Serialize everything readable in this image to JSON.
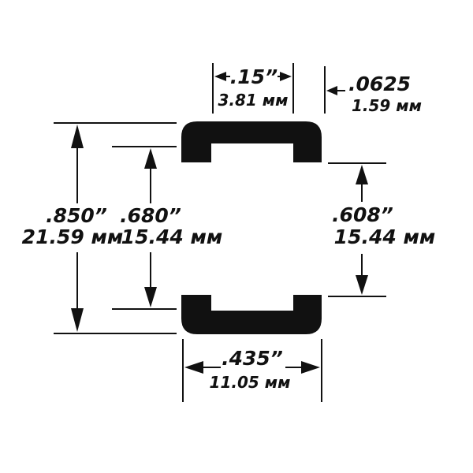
{
  "diagram": {
    "overall_height": {
      "inch": ".850”",
      "mm": "21.59 мм"
    },
    "inner_height": {
      "inch": ".680”",
      "mm": "15.44 мм"
    },
    "opening_height": {
      "inch": ".608”",
      "mm": "15.44 мм"
    },
    "width": {
      "inch": ".435”",
      "mm": "11.05 мм"
    },
    "lip": {
      "inch": ".15”",
      "mm": "3.81 мм"
    },
    "wall": {
      "inch": ".0625",
      "mm": "1.59 мм"
    },
    "colors": {
      "ink": "#111111",
      "background": "#ffffff"
    }
  }
}
